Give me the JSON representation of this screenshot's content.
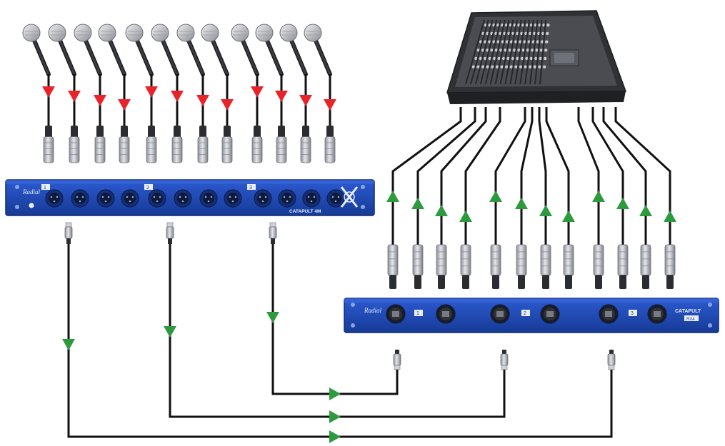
{
  "colors": {
    "rack_blue": "#1f48b5",
    "rack_dark": "#142f7a",
    "cable": "#111111",
    "arrow_inbound": "#e8242a",
    "arrow_signal": "#2e9a3e",
    "connector_metal": "#b9bcc2",
    "mixer_body": "#3a3c40"
  },
  "icons": {
    "microphone": "microphone-icon",
    "xlr_connector": "xlr-connector-icon",
    "rj45_connector": "rj45-connector-icon",
    "mixer": "mixing-console-icon",
    "arrow": "arrow-icon"
  },
  "snake_send": {
    "label": "CATAPULT 4M",
    "brand": "Radial",
    "port_numbers": [
      "1",
      "2",
      "3"
    ],
    "xlr_jack_count": 12
  },
  "snake_receive": {
    "label": "CATAPULT",
    "badge": "RX4",
    "brand": "Radial",
    "port_numbers": [
      "1",
      "2",
      "3"
    ]
  },
  "microphones": {
    "count": 12,
    "groups": 3
  },
  "mixer_outputs": {
    "count": 12
  },
  "cat5_links": {
    "count": 3
  }
}
